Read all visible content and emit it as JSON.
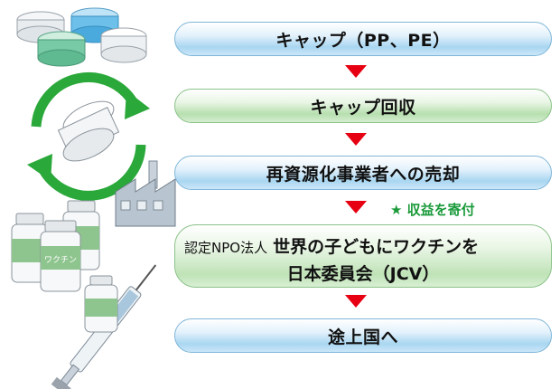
{
  "steps": [
    {
      "label": "キャップ（PP、PE）"
    },
    {
      "label": "キャップ回収"
    },
    {
      "label": "再資源化事業者への売却"
    },
    {
      "label_small": "認定NPO法人",
      "label_line1": "世界の子どもにワクチンを",
      "label_line2": "日本委員会（JCV）"
    },
    {
      "label": "途上国へ"
    }
  ],
  "donation_note": "★ 収益を寄付",
  "bottle_label": "ワクチン",
  "colors": {
    "arrow": "#e60012",
    "note": "#1a9a3a",
    "recycle": "#2aa83a",
    "blue_box": "#a9d6f1",
    "green_box": "#b6dfae"
  }
}
